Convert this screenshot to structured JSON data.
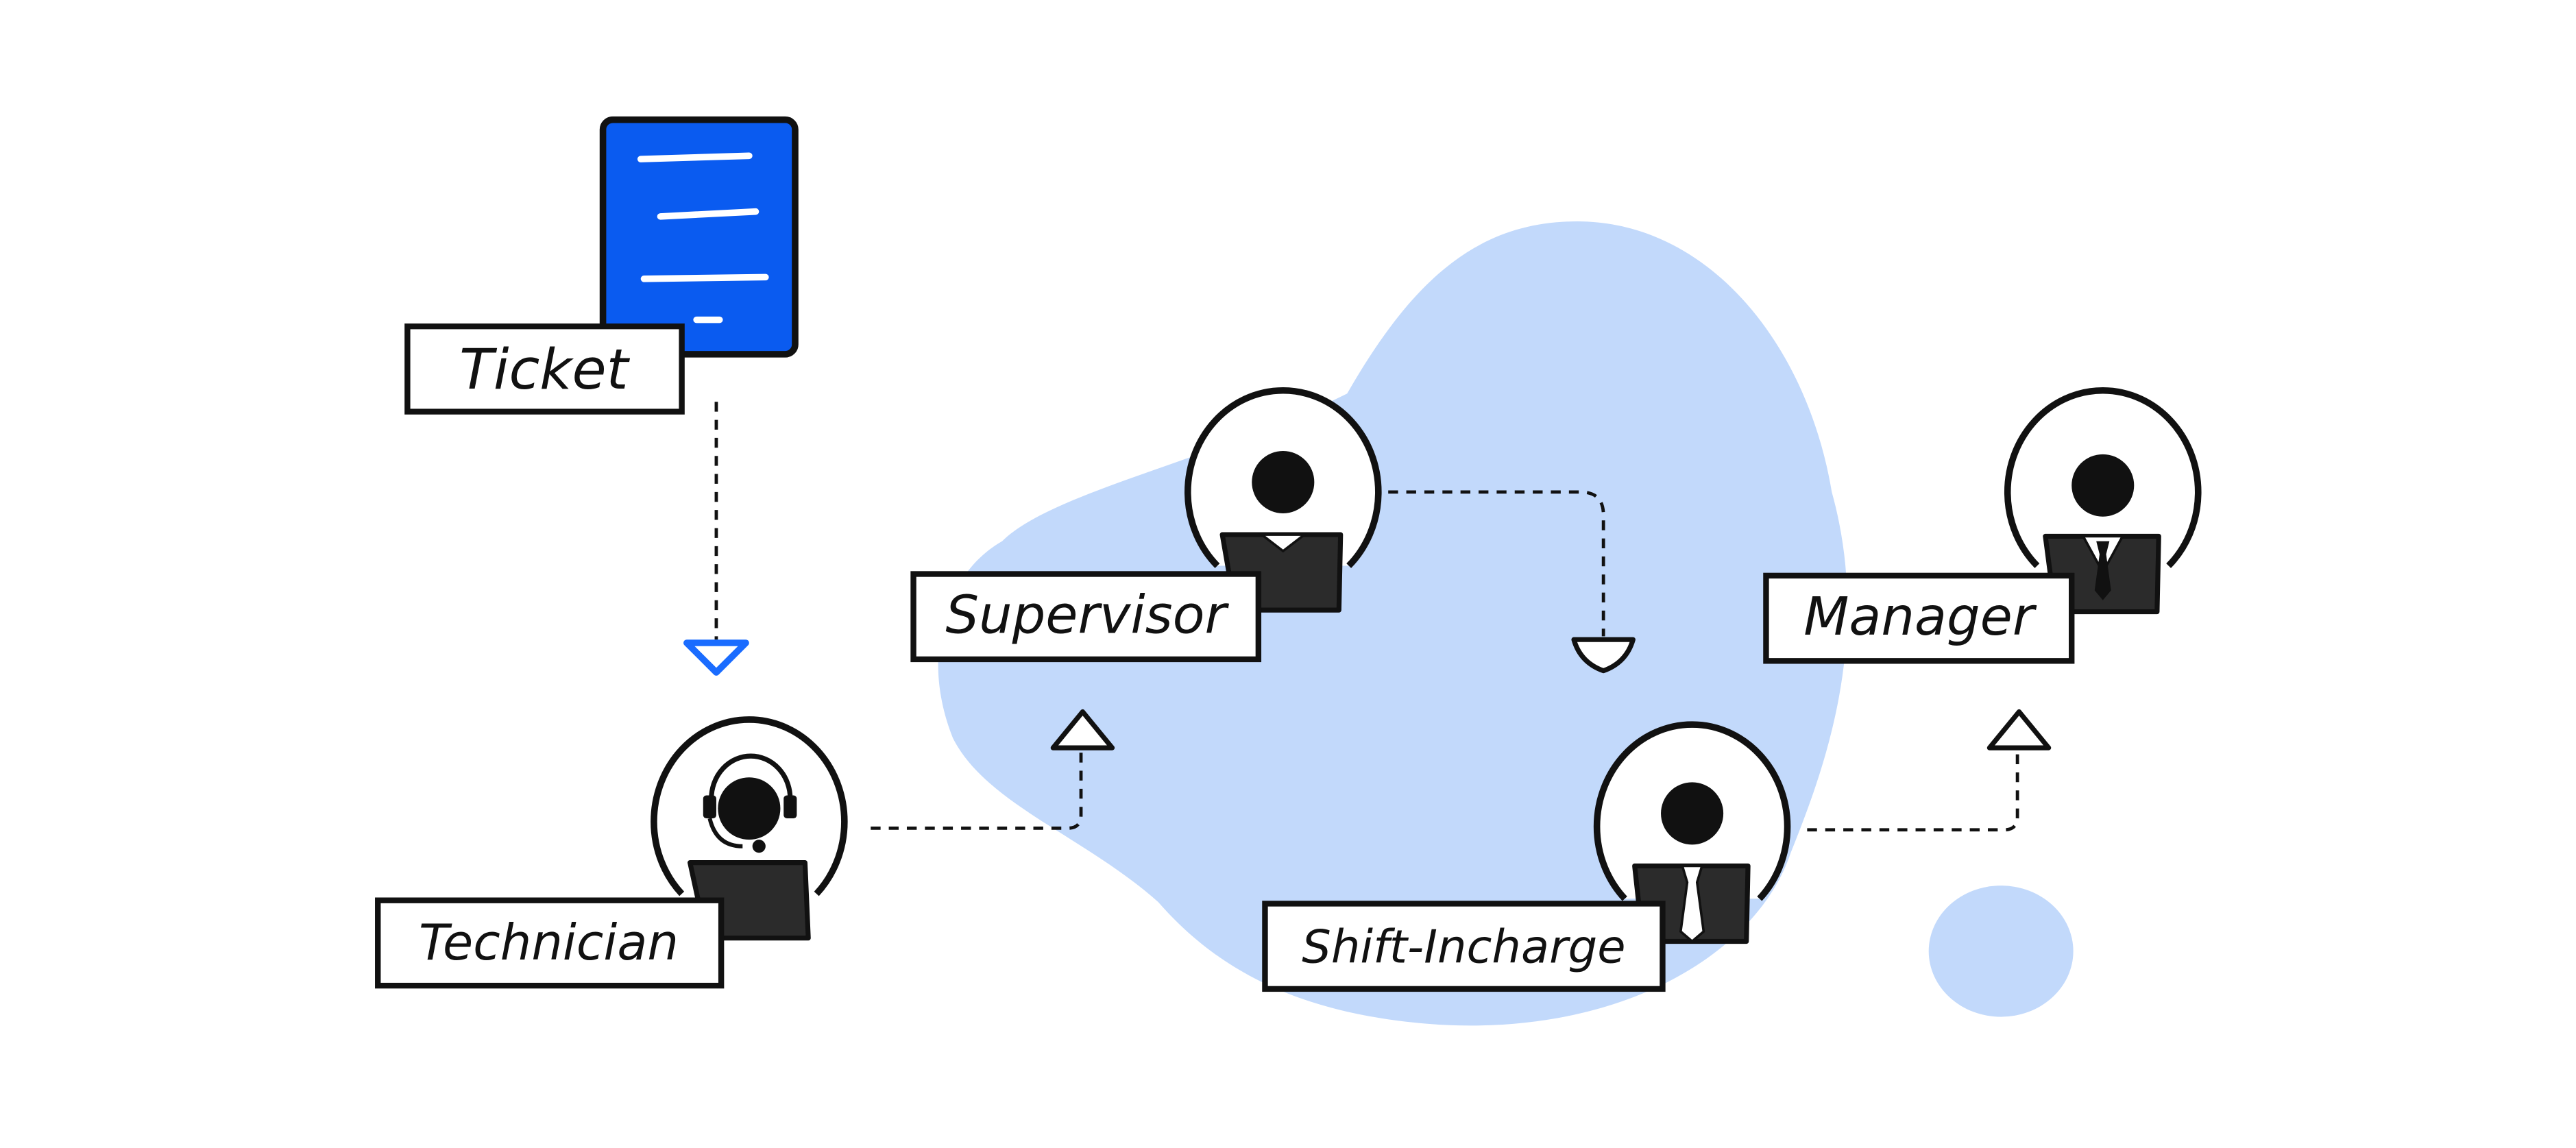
{
  "nodes": {
    "ticket": {
      "label": "Ticket"
    },
    "technician": {
      "label": "Technician"
    },
    "supervisor": {
      "label": "Supervisor"
    },
    "shift_incharge": {
      "label": "Shift-Incharge"
    },
    "manager": {
      "label": "Manager"
    }
  },
  "edges": [
    {
      "from": "Ticket",
      "to": "Technician"
    },
    {
      "from": "Technician",
      "to": "Supervisor"
    },
    {
      "from": "Supervisor",
      "to": "Shift-Incharge"
    },
    {
      "from": "Shift-Incharge",
      "to": "Manager"
    }
  ],
  "colors": {
    "blob": "#c2d9fb",
    "ticket_fill": "#0a5bf0",
    "arrow_highlight": "#1a6cff",
    "outline": "#111111",
    "body_fill": "#2b2b2b"
  },
  "icons": {
    "ticket": "document-icon",
    "technician": "headset-person-icon",
    "supervisor": "person-collar-icon",
    "shift_incharge": "person-tie-icon",
    "manager": "person-suit-icon"
  }
}
